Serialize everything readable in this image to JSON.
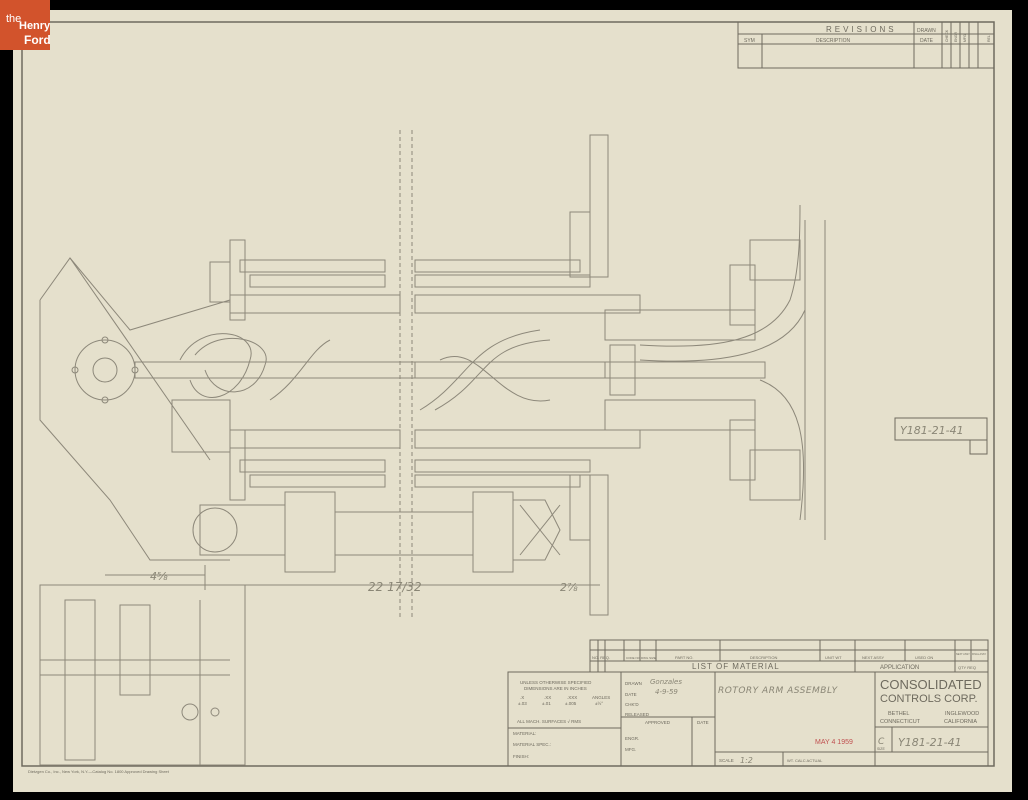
{
  "logo": {
    "line1": "the",
    "line2": "Henry",
    "line3": "Ford",
    "color": "#d2532c"
  },
  "colors": {
    "paper": "#e5e0cc",
    "ink": "#6e6a5e",
    "background": "#000000",
    "stamp": "#c05050"
  },
  "revisions": {
    "title": "REVISIONS",
    "sym": "SYM",
    "description": "DESCRIPTION",
    "drawn": "DRAWN",
    "date": "DATE",
    "cols": [
      "CHECK",
      "ENGR",
      "MFG",
      "",
      "REL"
    ]
  },
  "drawing": {
    "dim_left": "4⅝",
    "dim_center": "22 17/32",
    "dim_right": "2⅞",
    "side_tag": "Y181-21-41"
  },
  "list_of_material": {
    "headers": [
      "NO. REQ.",
      "CODE NO.",
      "DWG SIZE",
      "PART NO.",
      "DESCRIPTION",
      "UNIT WT",
      "NEXT ASSY",
      "USED ON",
      "NEXT ASSY",
      "FINAL ASSY"
    ],
    "title": "LIST OF MATERIAL",
    "application": "APPLICATION",
    "qty_req": "QTY REQ"
  },
  "tolerances": {
    "line1": "UNLESS OTHERWISE SPECIFIED",
    "line2": "DIMENSIONS ARE IN INCHES",
    "cols": [
      ".X",
      ".XX",
      ".XXX",
      "ANGLES"
    ],
    "vals": [
      "±.03",
      "±.01",
      "±.005",
      "±½°"
    ],
    "surfaces": "ALL MACH. SURFACES √ RMS",
    "material": "MATERIAL:",
    "material_spec": "MATERIAL SPEC.:",
    "finish": "FINISH:"
  },
  "signoff": {
    "drawn": "DRAWN",
    "drawn_value": "Gonzales",
    "date": "DATE",
    "date_value": "4-9-59",
    "chkd": "CHK'D",
    "released": "RELEASED",
    "approved": "APPROVED",
    "approved_date": "DATE",
    "engr": "ENGR.",
    "mfg": "MFG."
  },
  "title": {
    "value": "ROTORY ARM ASSEMBLY",
    "stamp": "MAY 4 1959",
    "scale_label": "SCALE",
    "scale_value": "1:2",
    "wt_label": "WT. CALC ACTUAL"
  },
  "company": {
    "name1": "CONSOLIDATED",
    "name2": "CONTROLS CORP.",
    "loc1a": "BETHEL",
    "loc1b": "CONNECTICUT",
    "loc2a": "INGLEWOOD",
    "loc2b": "CALIFORNIA",
    "size_label": "SIZE",
    "size_value": "C",
    "drawing_number": "Y181-21-41"
  },
  "footer": "Dietzgen Co., Inc., New York, N.Y.—Catalog No. 1800 Approved Drawing Sheet"
}
